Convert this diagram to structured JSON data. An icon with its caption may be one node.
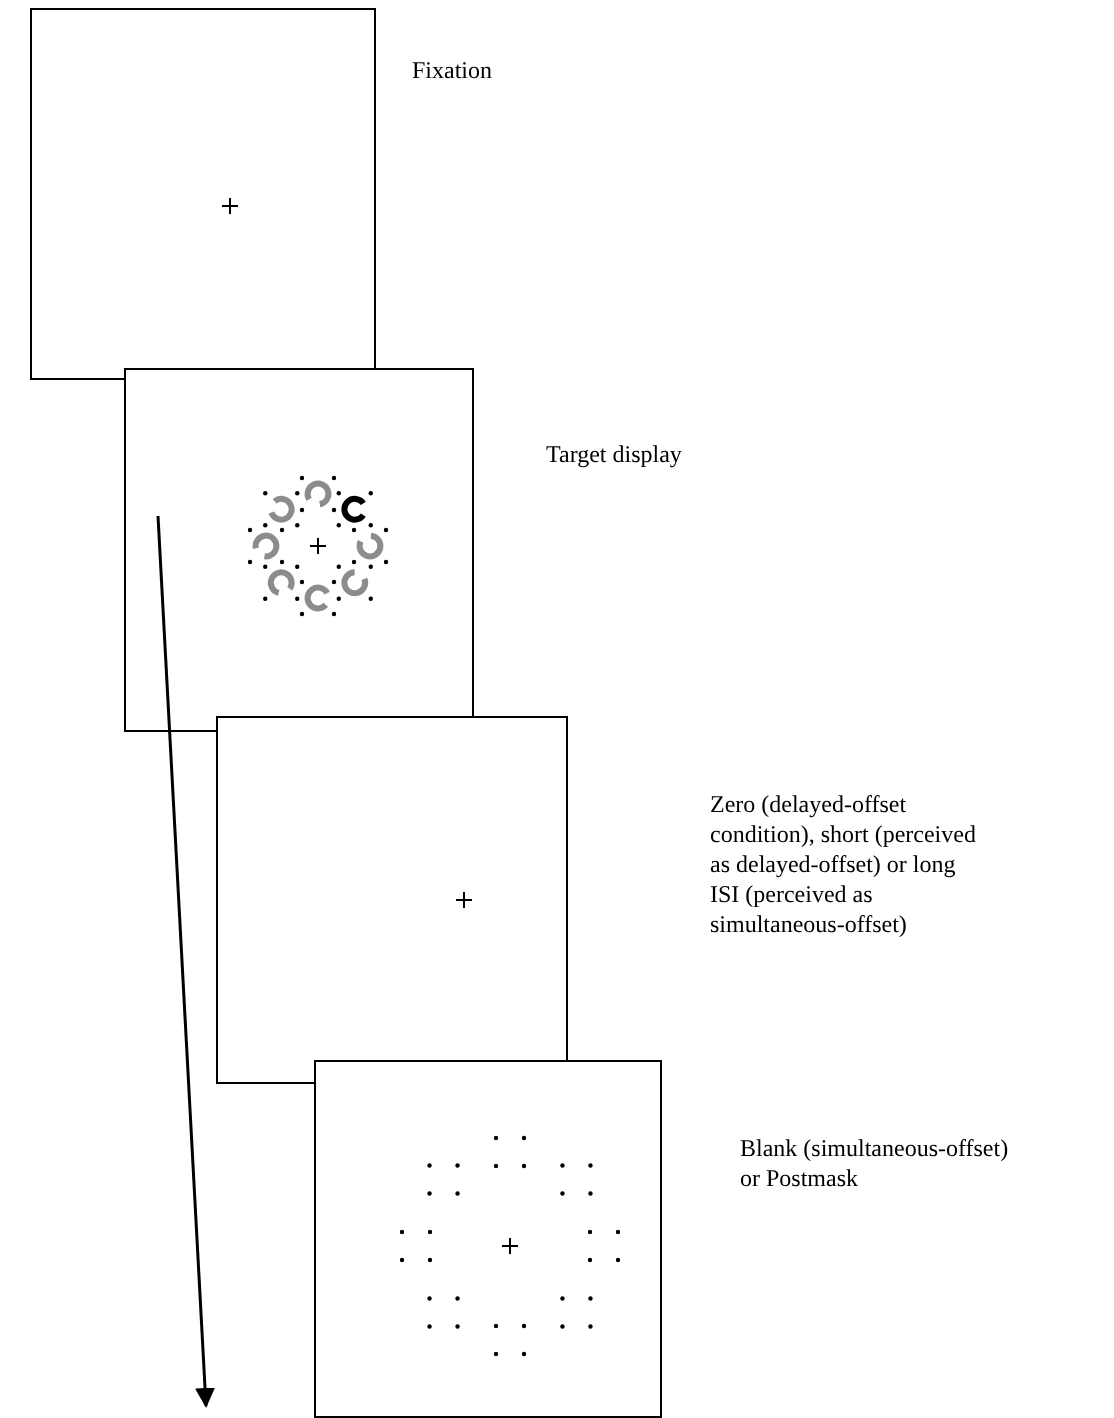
{
  "diagram": {
    "nodes": [
      {
        "text": [],
        "shape": "box"
      },
      {
        "text": [],
        "shape": "box"
      },
      {
        "text": [],
        "shape": "box"
      },
      {
        "text": [],
        "shape": "box"
      }
    ],
    "edges": [],
    "labels": [
      "Fixation",
      "Target display",
      "Zero (delayed-offset condition), short (perceived as delayed-offset) or long ISI (perceived as simultaneous-offset)",
      "Blank (simultaneous-offset) or Postmask"
    ]
  }
}
